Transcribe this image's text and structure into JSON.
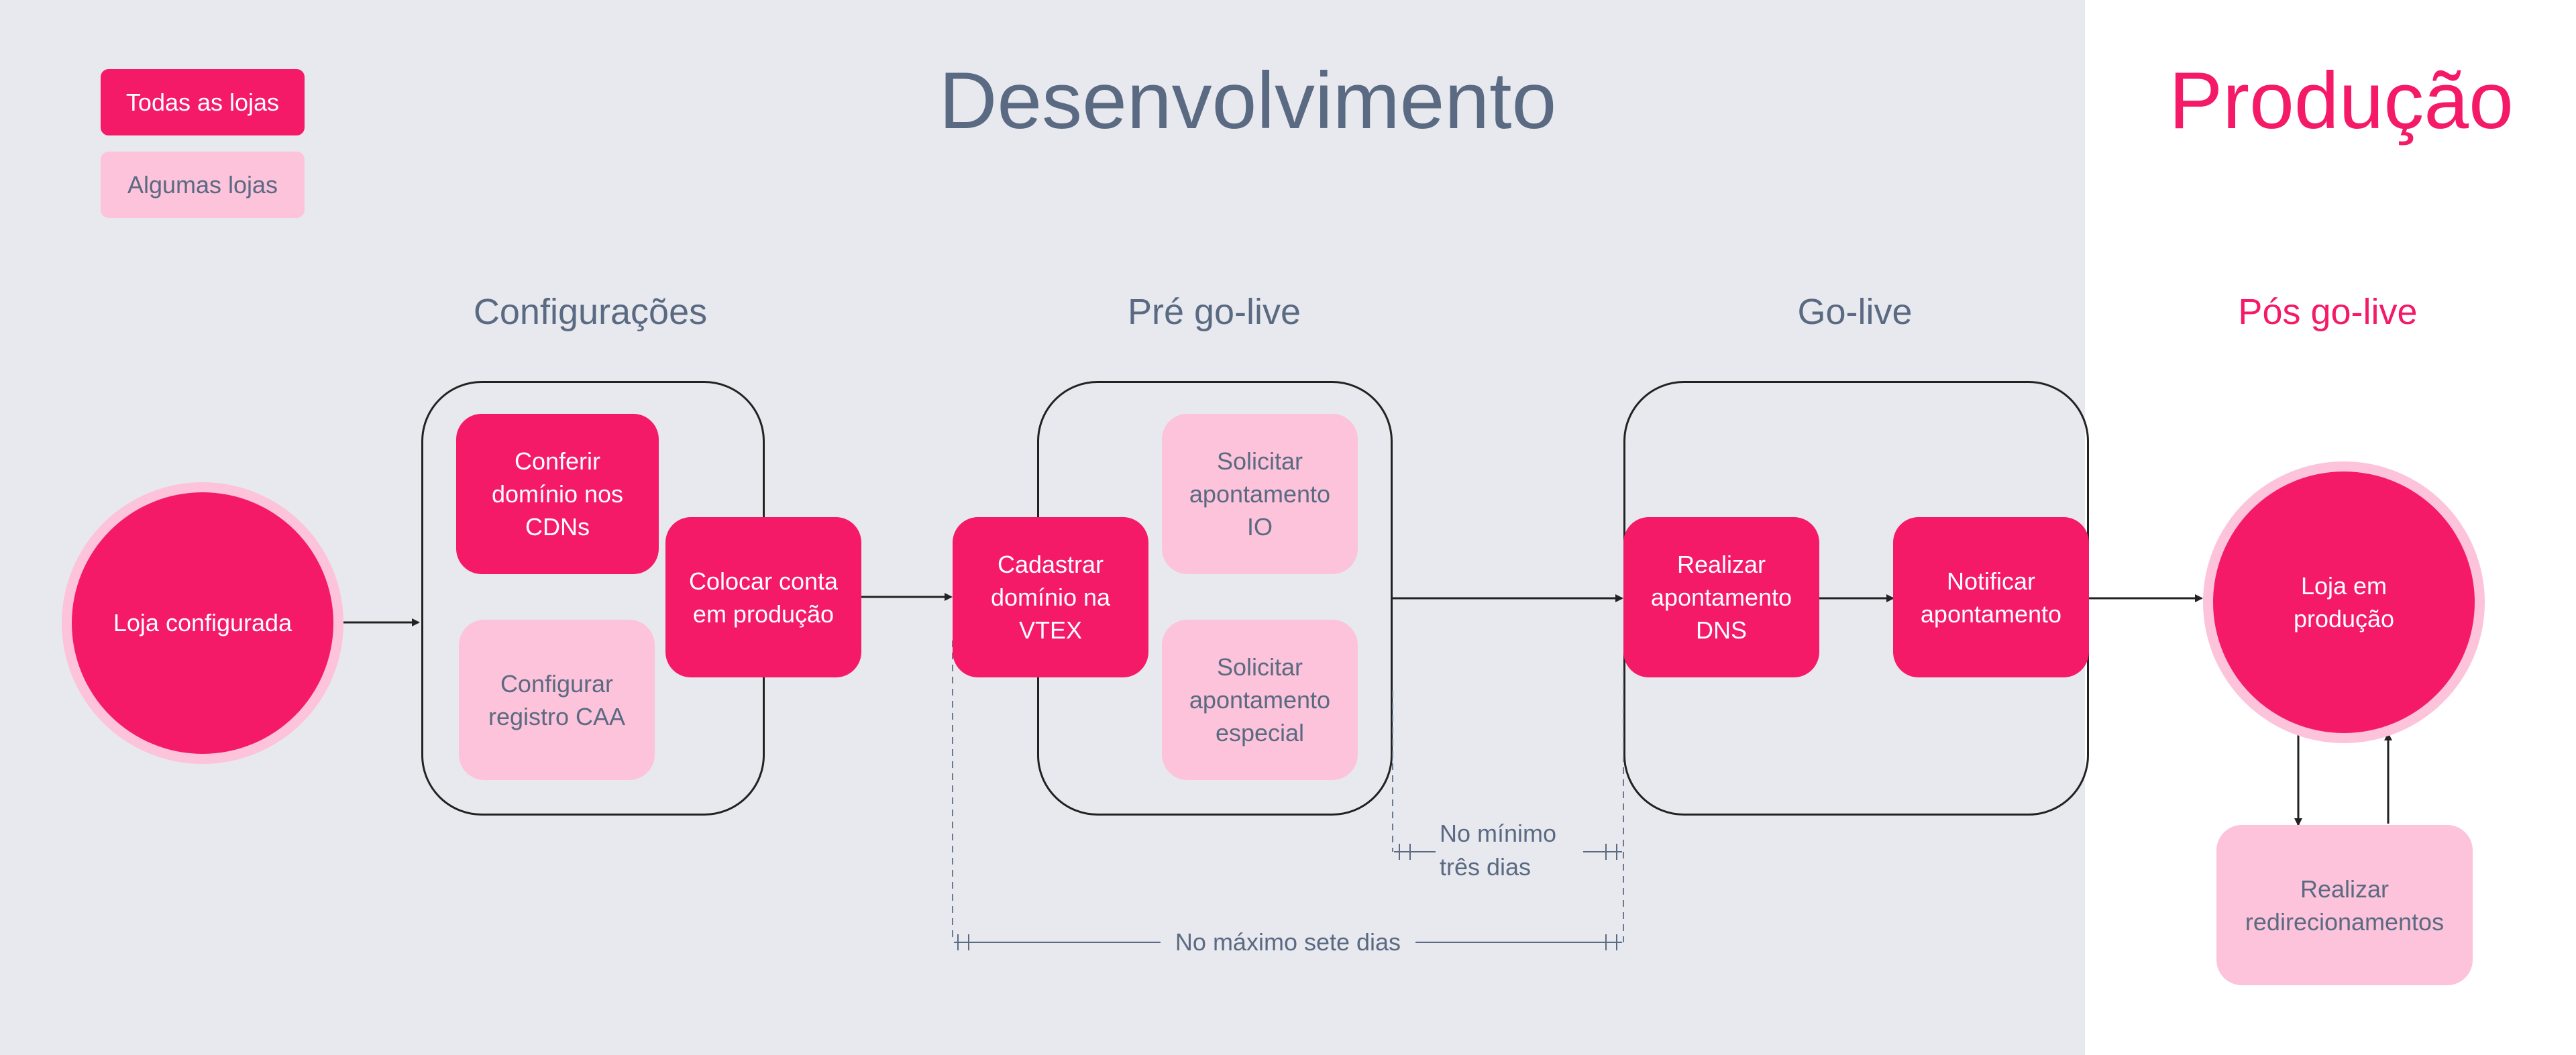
{
  "legend": {
    "all_stores": "Todas as lojas",
    "some_stores": "Algumas lojas"
  },
  "titles": {
    "development": "Desenvolvimento",
    "production": "Produção"
  },
  "sections": {
    "configs": "Configurações",
    "pre_golive": "Pré go-live",
    "golive": "Go-live",
    "post_golive": "Pós go-live"
  },
  "nodes": {
    "store_configured": "Loja configurada",
    "check_domain_cdns": "Conferir\ndomínio nos\nCDNs",
    "configure_caa": "Configurar\nregistro CAA",
    "account_production": "Colocar conta\nem produção",
    "register_domain_vtex": "Cadastrar\ndomínio na\nVTEX",
    "request_pointing_io": "Solicitar\napontamento\nIO",
    "request_pointing_special": "Solicitar\napontamento\nespecial",
    "perform_dns_pointing": "Realizar\napontamento\nDNS",
    "notify_pointing": "Notificar\napontamento",
    "store_in_production": "Loja em\nprodução",
    "perform_redirects": "Realizar\nredirecionamentos"
  },
  "notes": {
    "min_days": "No mínimo\ntrês dias",
    "max_days": "No máximo sete dias"
  },
  "colors": {
    "dark_pink": "#f41a68",
    "light_pink": "#fcc3da",
    "dev_background": "#e8e9ee",
    "slate_text": "#5a6a82"
  }
}
